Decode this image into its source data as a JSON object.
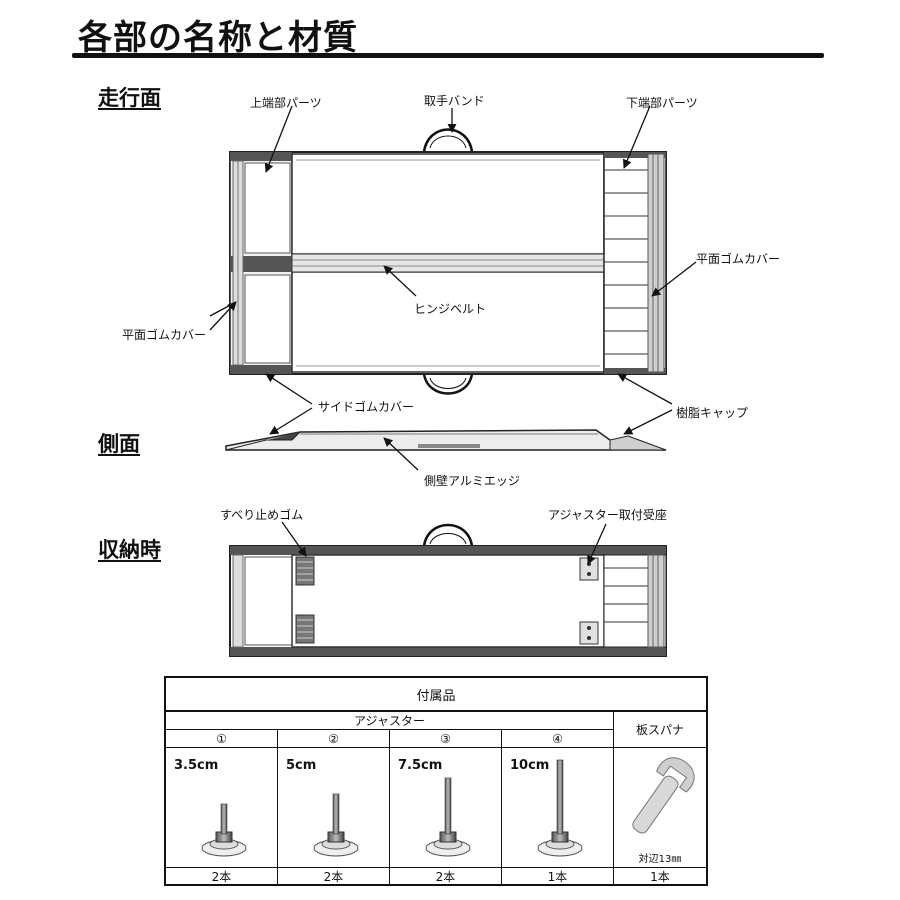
{
  "title": "各部の名称と材質",
  "sections": {
    "running_surface": "走行面",
    "side": "側面",
    "storage": "収納時"
  },
  "labels": {
    "upper_end_part": "上端部パーツ",
    "handle_band": "取手バンド",
    "lower_end_part": "下端部パーツ",
    "flat_rubber_cover_right": "平面ゴムカバー",
    "hinge_belt": "ヒンジベルト",
    "flat_rubber_cover_left": "平面ゴムカバー",
    "side_rubber_cover": "サイドゴムカバー",
    "resin_cap": "樹脂キャップ",
    "side_wall_aluminum_edge": "側壁アルミエッジ",
    "anti_slip_rubber": "すべり止めゴム",
    "adjuster_mount_seat": "アジャスター取付受座"
  },
  "accessories": {
    "header": "付属品",
    "adjuster_header": "アジャスター",
    "wrench_header": "板スパナ",
    "adjusters": [
      {
        "num": "①",
        "size": "3.5cm",
        "qty": "2本"
      },
      {
        "num": "②",
        "size": "5cm",
        "qty": "2本"
      },
      {
        "num": "③",
        "size": "7.5cm",
        "qty": "2本"
      },
      {
        "num": "④",
        "size": "10cm",
        "qty": "1本"
      }
    ],
    "wrench": {
      "spec": "対辺13㎜",
      "qty": "1本"
    }
  }
}
